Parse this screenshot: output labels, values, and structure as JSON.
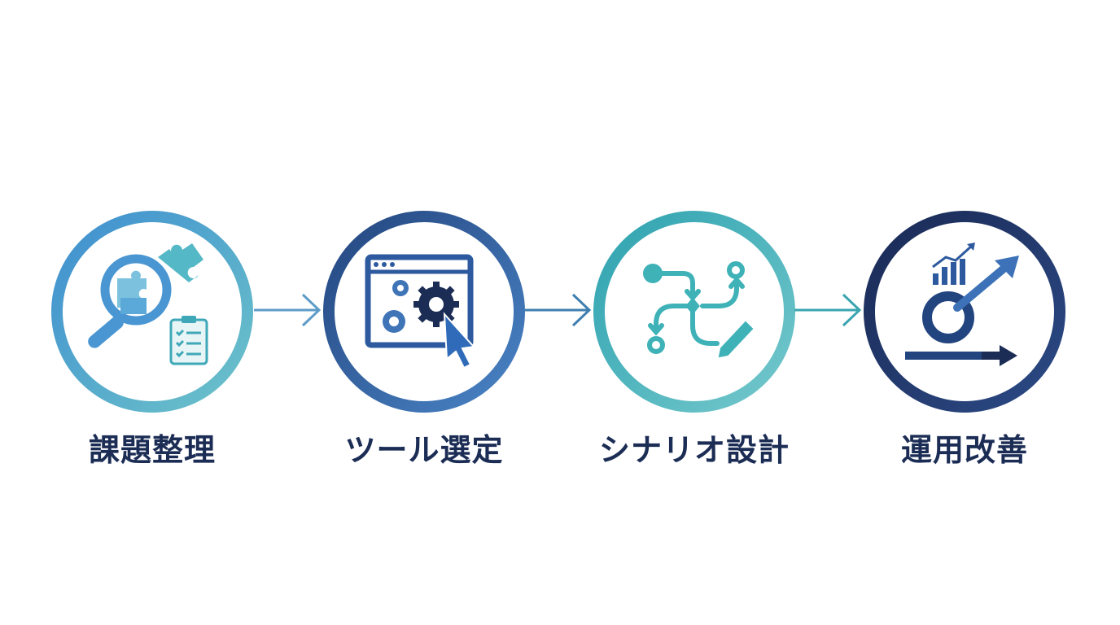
{
  "steps": [
    {
      "label": "課題整理",
      "icon": "puzzle-magnifier-clipboard-icon",
      "ring_color": "#4fa0d4"
    },
    {
      "label": "ツール選定",
      "icon": "browser-gears-cursor-icon",
      "ring_color": "#2e5fa3"
    },
    {
      "label": "シナリオ設計",
      "icon": "flow-branch-pen-icon",
      "ring_color": "#3bb0b3"
    },
    {
      "label": "運用改善",
      "icon": "cycle-growth-arrow-icon",
      "ring_color": "#1c2d55"
    }
  ],
  "colors": {
    "label_text": "#1c2d55",
    "arrow": "#5e8fbf"
  }
}
